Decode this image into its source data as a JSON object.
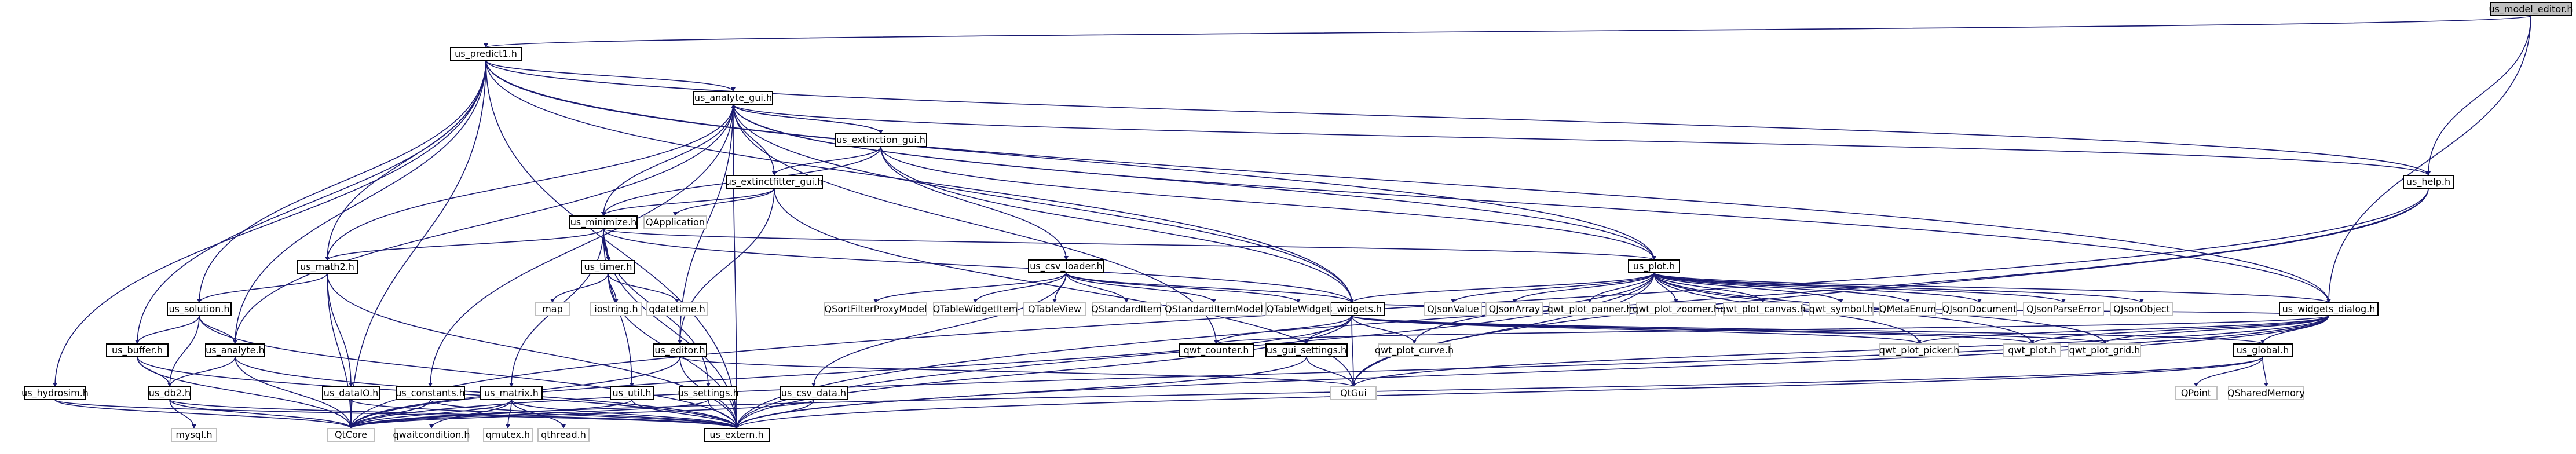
{
  "title": "us_model_editor.h",
  "colors": {
    "edge": "#191970",
    "edge_ext": "#a9a9a9",
    "node_root_fill": "#bfbfbf",
    "node_fill": "#ffffff"
  },
  "nodes": {
    "model_editor": "us_model_editor.h",
    "predict1": "us_predict1.h",
    "analyte_gui": "us_analyte_gui.h",
    "extinction_gui": "us_extinction_gui.h",
    "extinctfitter_gui": "us_extinctfitter_gui.h",
    "qapplication": "QApplication",
    "minimize": "us_minimize.h",
    "timer": "us_timer.h",
    "csv_loader": "us_csv_loader.h",
    "math2": "us_math2.h",
    "solution": "us_solution.h",
    "buffer": "us_buffer.h",
    "analyte": "us_analyte.h",
    "db2": "us_db2.h",
    "hydrosim": "us_hydrosim.h",
    "dataio": "us_dataIO.h",
    "constants": "us_constants.h",
    "matrix": "us_matrix.h",
    "util": "us_util.h",
    "settings": "us_settings.h",
    "editor": "us_editor.h",
    "csv_data": "us_csv_data.h",
    "widgets": "us_widgets.h",
    "gui_settings": "us_gui_settings.h",
    "qwt_counter": "qwt_counter.h",
    "plot": "us_plot.h",
    "widgets_dialog": "us_widgets_dialog.h",
    "global": "us_global.h",
    "help": "us_help.h",
    "extern": "us_extern.h",
    "qtcore": "QtCore",
    "qtgui": "QtGui",
    "mysql": "mysql.h",
    "qwaitcondition": "qwaitcondition.h",
    "qmutex": "qmutex.h",
    "qthread": "qthread.h",
    "map": "map",
    "iostring": "iostring.h",
    "qdatetime": "qdatetime.h",
    "qsortfilterproxymodel": "QSortFilterProxyModel",
    "qtablewidgetitem": "QTableWidgetItem",
    "qtableview": "QTableView",
    "qstandarditem": "QStandardItem",
    "qstandarditemmodel": "QStandardItemModel",
    "qtablewidget": "QTableWidget",
    "qwt_plot_curve": "qwt_plot_curve.h",
    "qjsonvalue": "QJsonValue",
    "qjsonarray": "QJsonArray",
    "qwt_plot_panner": "qwt_plot_panner.h",
    "qwt_plot_zoomer": "qwt_plot_zoomer.h",
    "qwt_plot_canvas": "qwt_plot_canvas.h",
    "qwt_symbol": "qwt_symbol.h",
    "qmetaenum": "QMetaEnum",
    "qjsondocument": "QJsonDocument",
    "qjsonparseerror": "QJsonParseError",
    "qjsonobject": "QJsonObject",
    "qwt_plot_picker": "qwt_plot_picker.h",
    "qwt_plot": "qwt_plot.h",
    "qwt_plot_grid": "qwt_plot_grid.h",
    "qpoint": "QPoint",
    "qsharedmemory": "QSharedMemory"
  }
}
